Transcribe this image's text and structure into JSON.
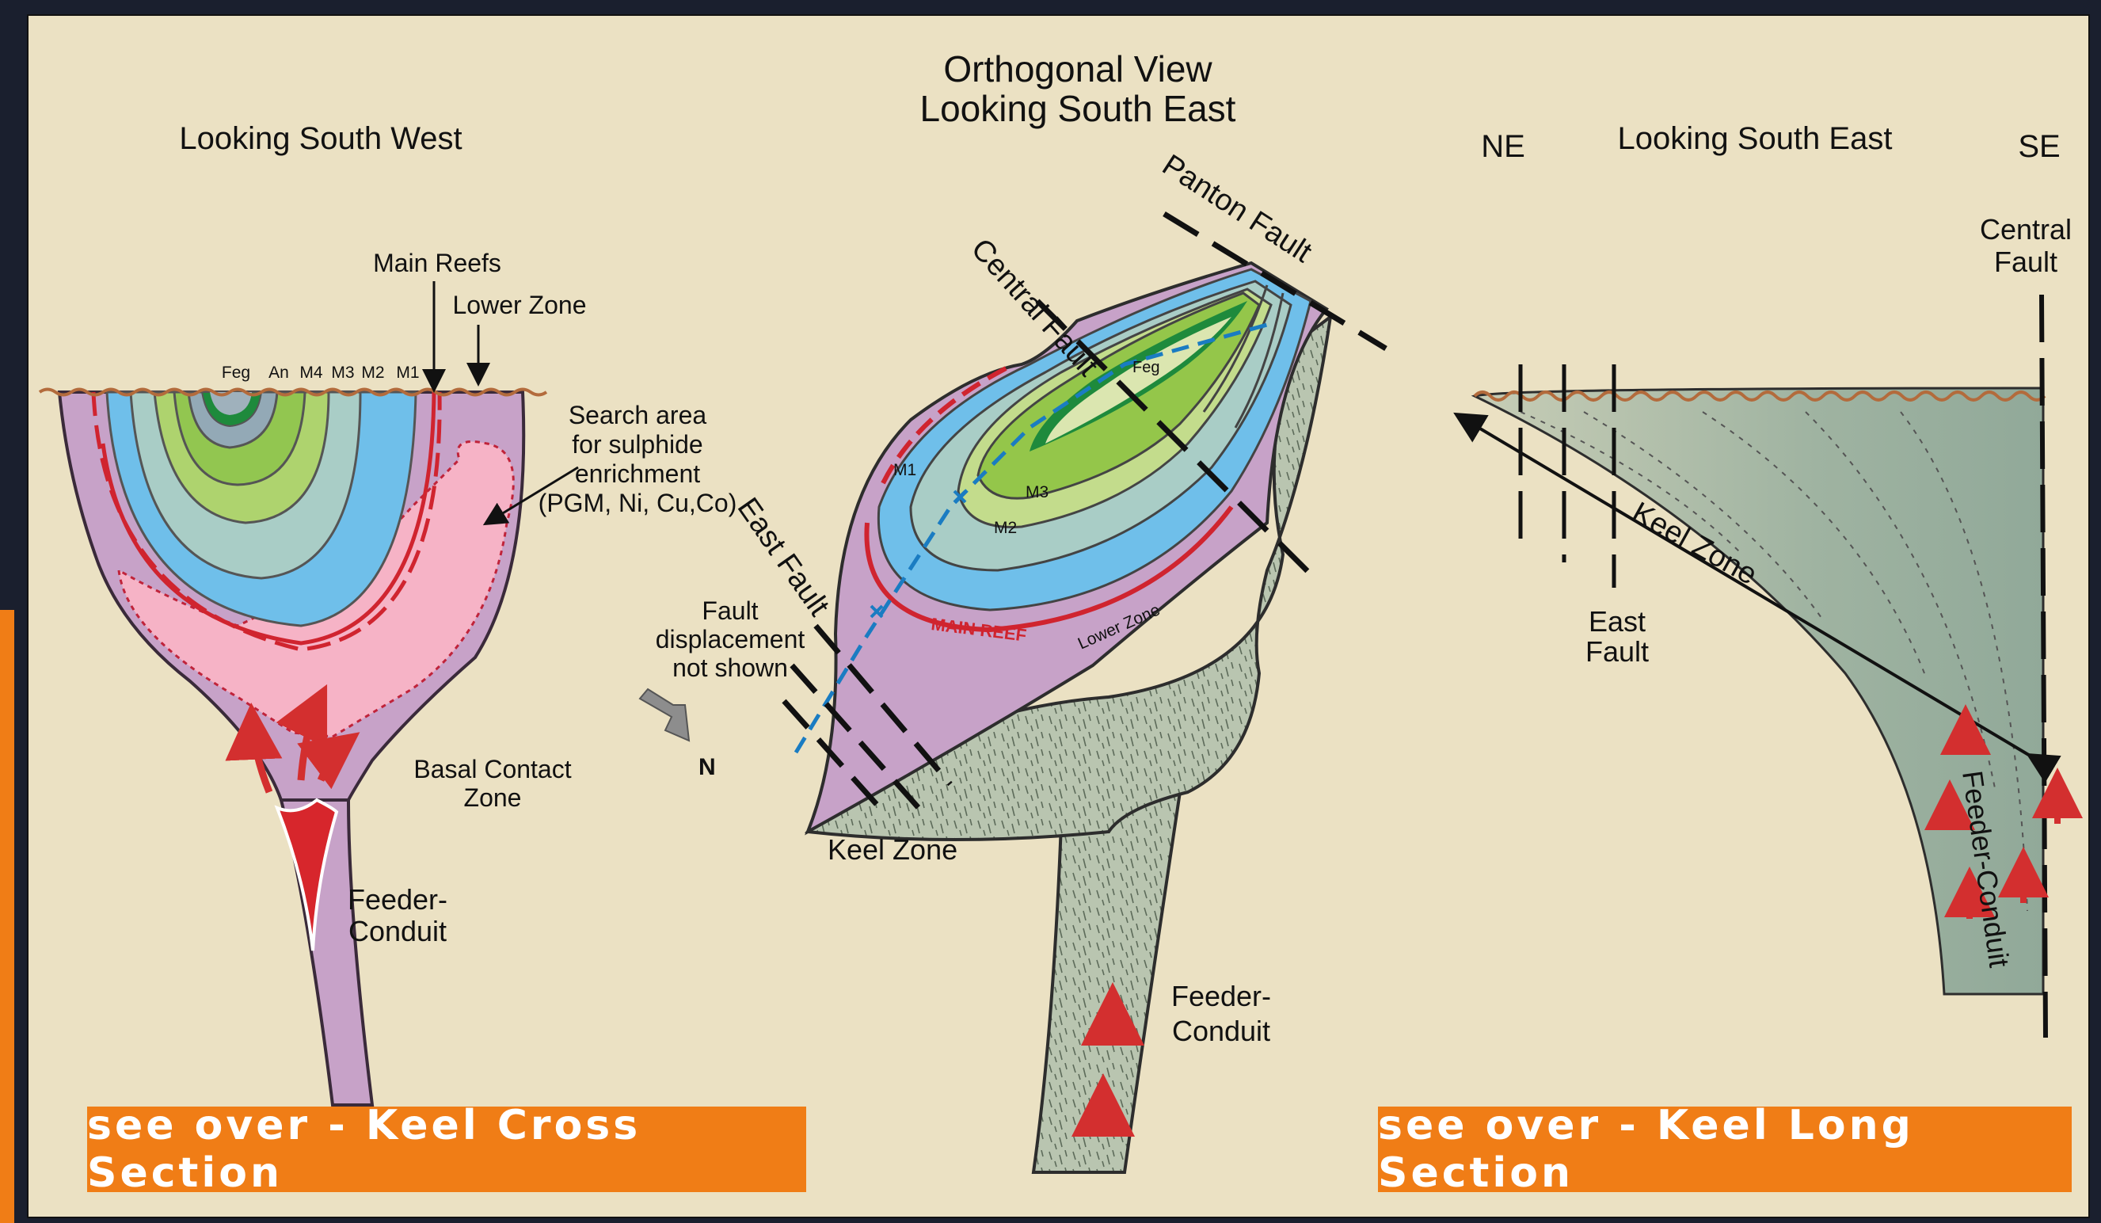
{
  "center_title": {
    "line1": "Orthogonal View",
    "line2": "Looking South East"
  },
  "left": {
    "title": "Looking South West",
    "main_reefs": "Main Reefs",
    "lower_zone": "Lower Zone",
    "layers": [
      "Feg",
      "An",
      "M4",
      "M3",
      "M2",
      "M1"
    ],
    "search_area": [
      "Search area",
      "for sulphide",
      "enrichment",
      "(PGM, Ni, Cu,Co)"
    ],
    "basal": [
      "Basal Contact",
      "Zone"
    ],
    "feeder": [
      "Feeder-",
      "Conduit"
    ]
  },
  "center": {
    "central_fault": "Central Fault",
    "panton_fault": "Panton Fault",
    "east_fault": "East Fault",
    "fault_disp": [
      "Fault",
      "displacement",
      "not shown"
    ],
    "feg": "Feg",
    "m1": "M1",
    "m2": "M2",
    "m3": "M3",
    "main_reef": "MAIN  REEF",
    "lower_zone": "Lower Zone",
    "keel_zone": "Keel  Zone",
    "north": "N",
    "feeder": [
      "Feeder-",
      "Conduit"
    ]
  },
  "right": {
    "ne": "NE",
    "title": "Looking South East",
    "se": "SE",
    "central_fault": [
      "Central",
      "Fault"
    ],
    "keel_zone": "Keel  Zone",
    "east_fault": [
      "East",
      "Fault"
    ],
    "feeder": "Feeder-Conduit"
  },
  "buttons": {
    "left": "see over - Keel Cross Section",
    "right": "see over - Keel Long Section"
  }
}
